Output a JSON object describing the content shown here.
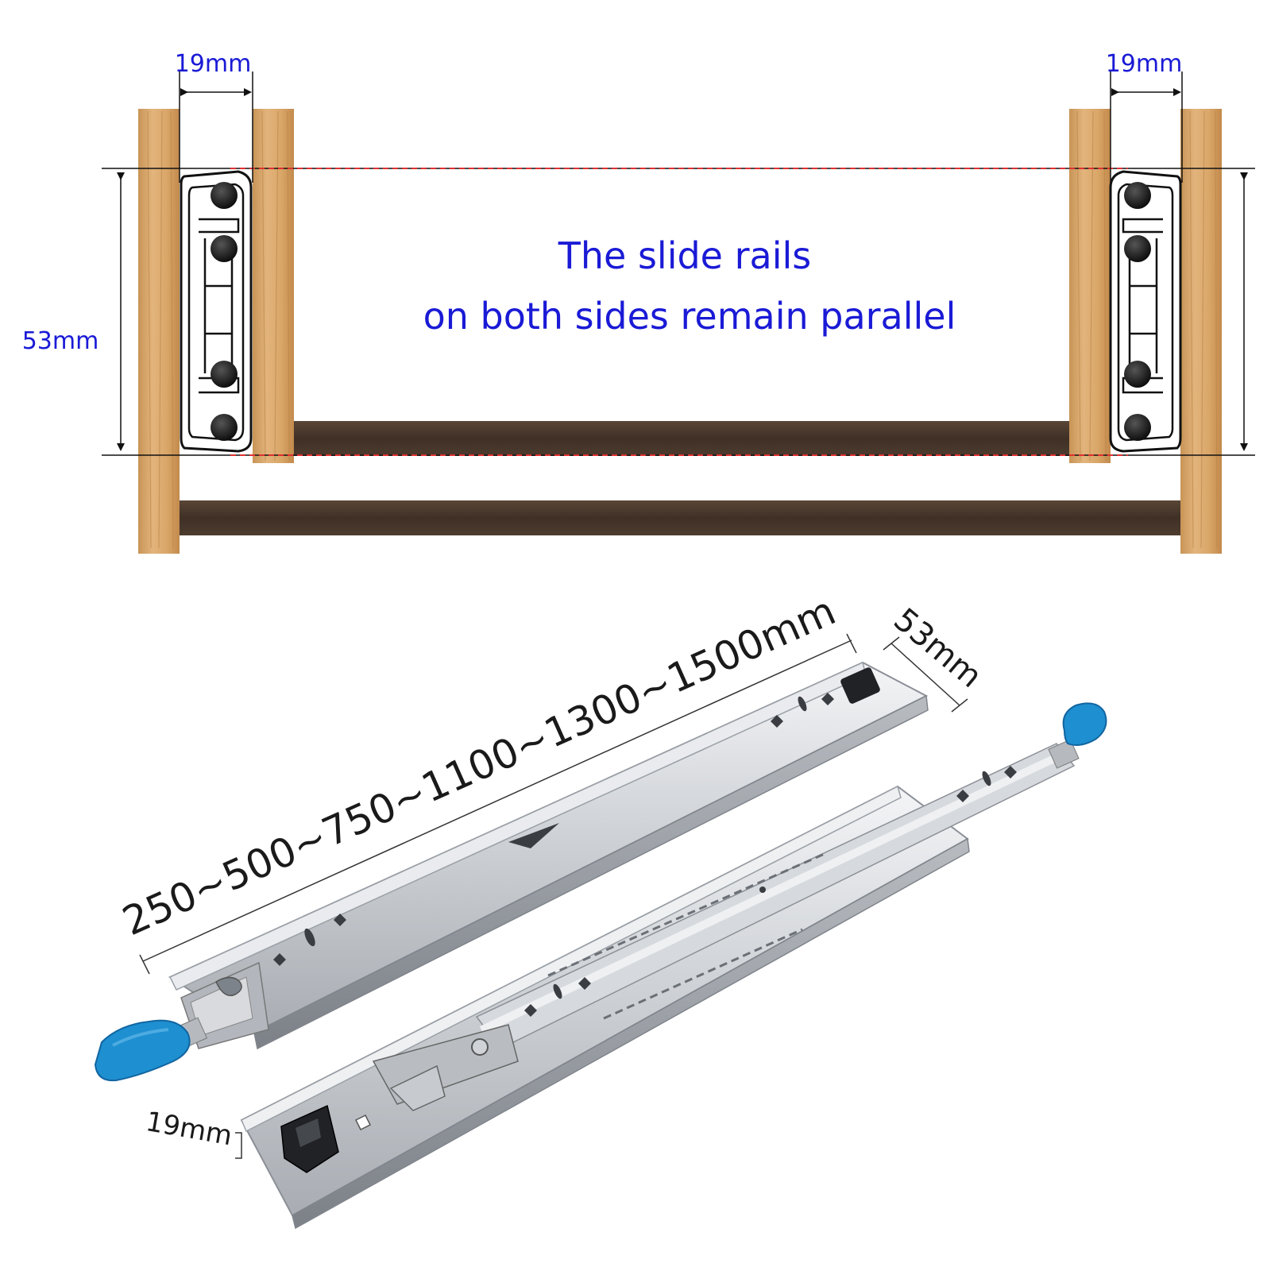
{
  "top_diagram": {
    "left_width_label": "19mm",
    "right_width_label": "19mm",
    "height_label": "53mm",
    "caption_line1": "The slide rails",
    "caption_line2": "on both sides remain parallel"
  },
  "product": {
    "length_label": "250~500~750~1100~1300~1500mm",
    "height_label": "53mm",
    "thickness_label": "19mm"
  },
  "colors": {
    "label_blue": "#1a1ad6",
    "wood": "#d4a46a",
    "dark_wood": "#4a3a2e",
    "parallel_line": "#e03030",
    "steel": "#c9ccd0",
    "handle_blue": "#1e8fd0",
    "catch_black": "#202226"
  }
}
